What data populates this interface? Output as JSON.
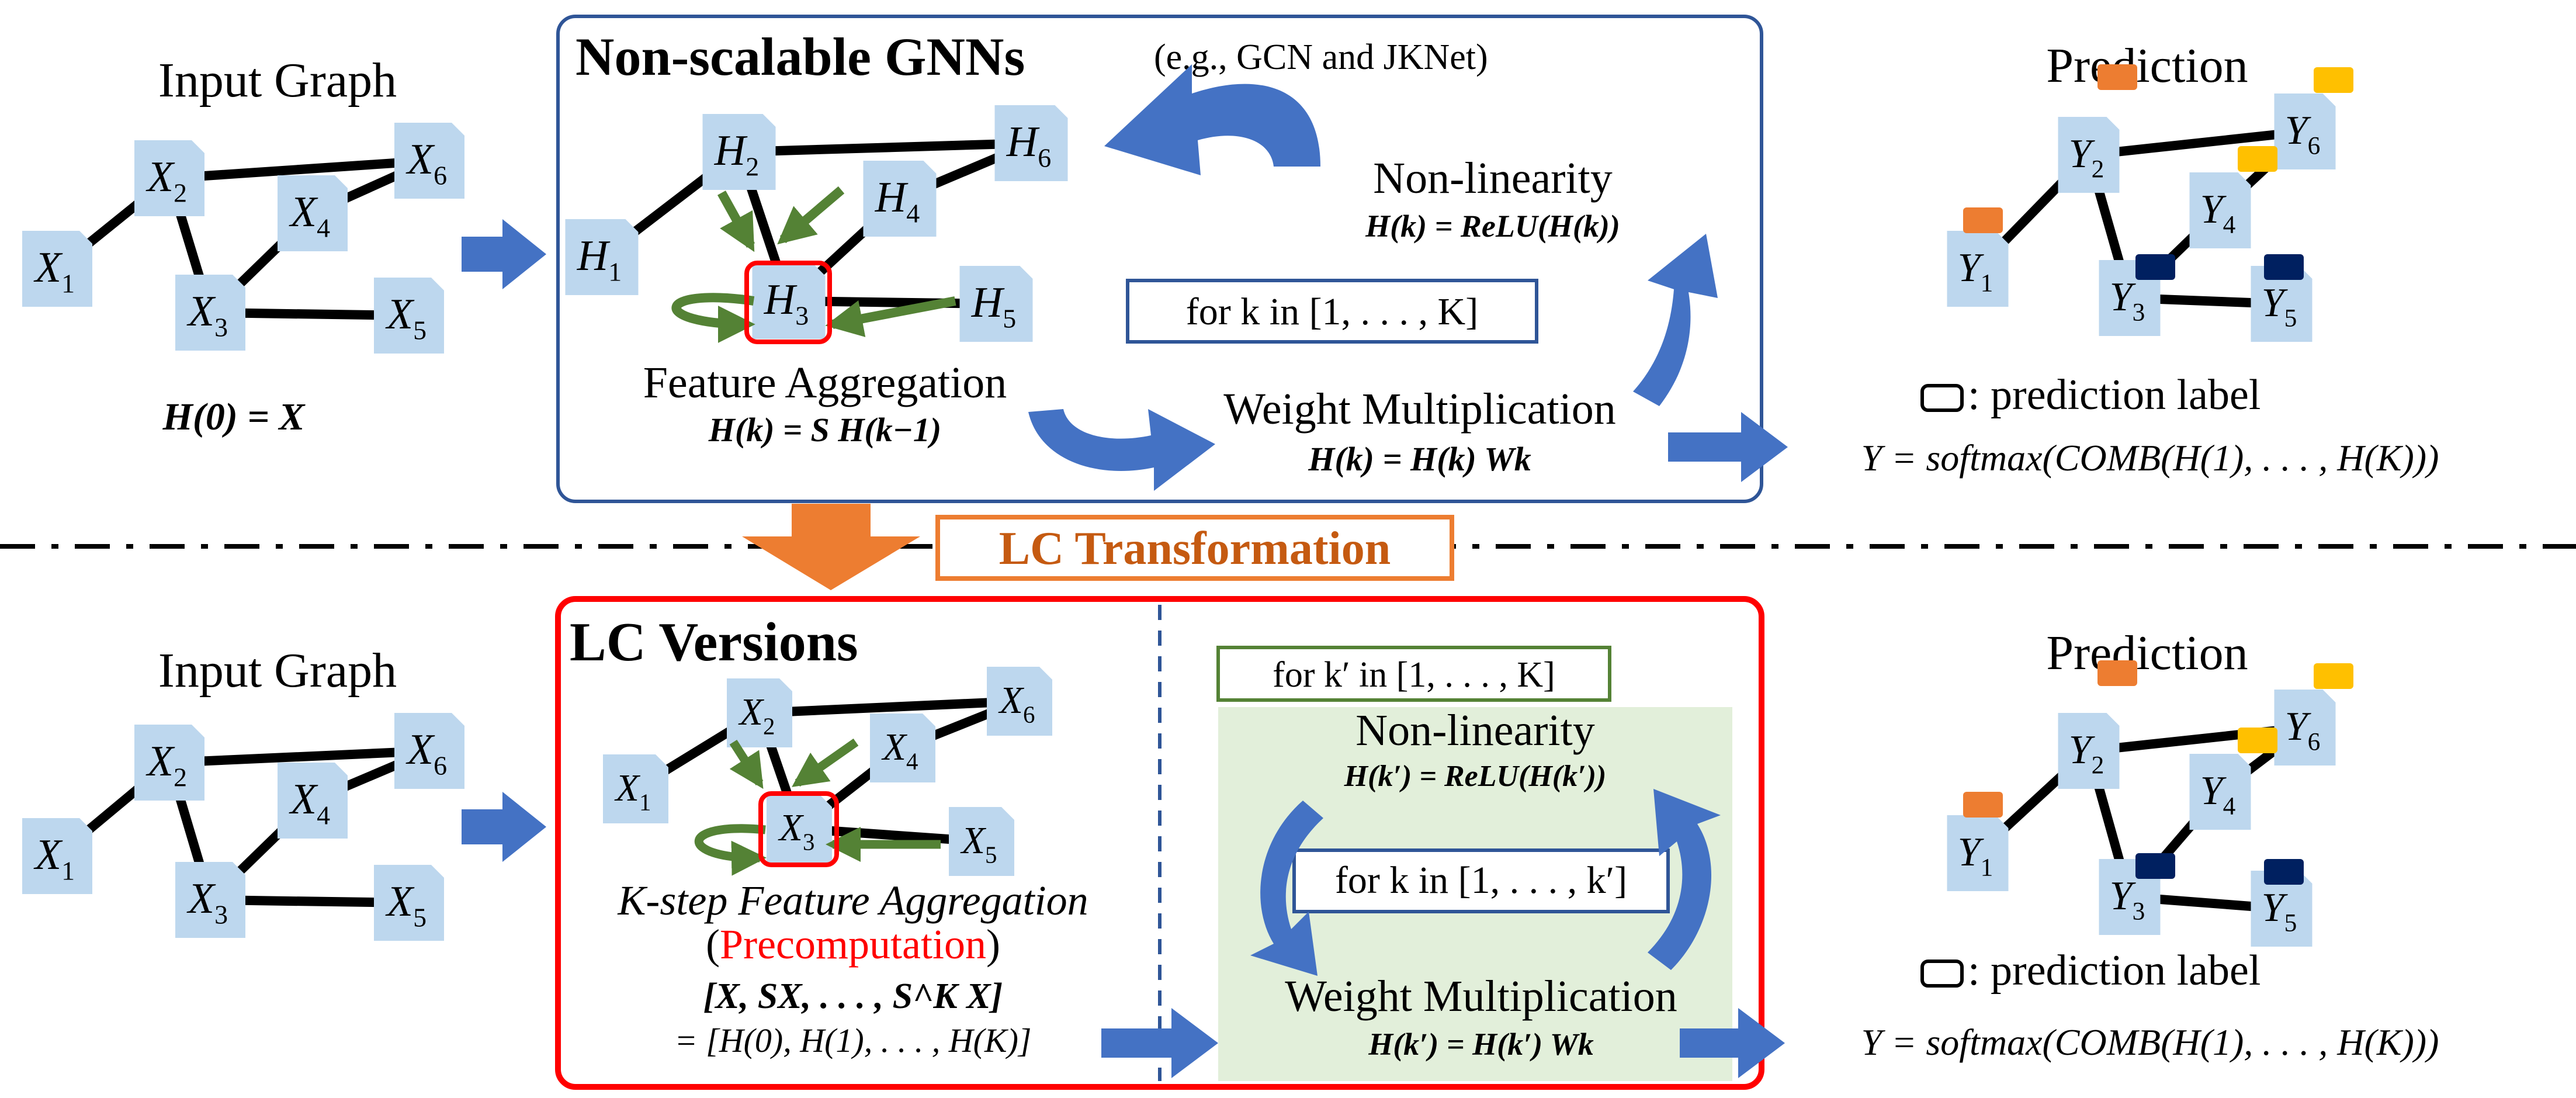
{
  "top": {
    "input_title": "Input Graph",
    "input_formula": "H(0) = X",
    "panel_title": "Non-scalable GNNs",
    "panel_subtitle": "(e.g., GCN and JKNet)",
    "nonlinearity_label": "Non-linearity",
    "nonlinearity_formula": "H(k) = ReLU(H(k))",
    "loop_label": "for k in [1, . . . , K]",
    "aggregation_label": "Feature Aggregation",
    "aggregation_formula": "H(k) = S H(k−1)",
    "weight_label": "Weight Multiplication",
    "weight_formula": "H(k) = H(k) Wk",
    "prediction_title": "Prediction",
    "legend_label": ": prediction label",
    "output_formula": "Y = softmax(COMB(H(1), . . . , H(K)))"
  },
  "transformation_label": "LC Transformation",
  "bottom": {
    "input_title": "Input Graph",
    "panel_title": "LC Versions",
    "outer_loop_label": "for k′ in [1, . . . , K]",
    "nonlinearity_label": "Non-linearity",
    "nonlinearity_formula": "H(k′) = ReLU(H(k′))",
    "inner_loop_label": "for k in [1, . . . , k′]",
    "weight_label": "Weight Multiplication",
    "weight_formula": "H(k′) = H(k′) Wk",
    "aggregation_label": "K-step Feature Aggregation",
    "precomp_open": "(",
    "precomp_label": "Precomputation",
    "precomp_close": ")",
    "precomp_formula1": "[X, SX, . . . , S^K X]",
    "precomp_formula2": "= [H(0), H(1), . . . , H(K)]",
    "prediction_title": "Prediction",
    "legend_label": ": prediction label",
    "output_formula": "Y = softmax(COMB(H(1), . . . , H(K)))"
  },
  "graphs": {
    "top_input": [
      {
        "base": "X",
        "sub": "1"
      },
      {
        "base": "X",
        "sub": "2"
      },
      {
        "base": "X",
        "sub": "3"
      },
      {
        "base": "X",
        "sub": "4"
      },
      {
        "base": "X",
        "sub": "5"
      },
      {
        "base": "X",
        "sub": "6"
      }
    ],
    "top_gnn": [
      {
        "base": "H",
        "sub": "1"
      },
      {
        "base": "H",
        "sub": "2"
      },
      {
        "base": "H",
        "sub": "3"
      },
      {
        "base": "H",
        "sub": "4"
      },
      {
        "base": "H",
        "sub": "5"
      },
      {
        "base": "H",
        "sub": "6"
      }
    ],
    "top_pred": [
      {
        "base": "Y",
        "sub": "1"
      },
      {
        "base": "Y",
        "sub": "2"
      },
      {
        "base": "Y",
        "sub": "3"
      },
      {
        "base": "Y",
        "sub": "4"
      },
      {
        "base": "Y",
        "sub": "5"
      },
      {
        "base": "Y",
        "sub": "6"
      }
    ],
    "bot_input": [
      {
        "base": "X",
        "sub": "1"
      },
      {
        "base": "X",
        "sub": "2"
      },
      {
        "base": "X",
        "sub": "3"
      },
      {
        "base": "X",
        "sub": "4"
      },
      {
        "base": "X",
        "sub": "5"
      },
      {
        "base": "X",
        "sub": "6"
      }
    ],
    "bot_lc": [
      {
        "base": "X",
        "sub": "1"
      },
      {
        "base": "X",
        "sub": "2"
      },
      {
        "base": "X",
        "sub": "3"
      },
      {
        "base": "X",
        "sub": "4"
      },
      {
        "base": "X",
        "sub": "5"
      },
      {
        "base": "X",
        "sub": "6"
      }
    ],
    "bot_pred": [
      {
        "base": "Y",
        "sub": "1"
      },
      {
        "base": "Y",
        "sub": "2"
      },
      {
        "base": "Y",
        "sub": "3"
      },
      {
        "base": "Y",
        "sub": "4"
      },
      {
        "base": "Y",
        "sub": "5"
      },
      {
        "base": "Y",
        "sub": "6"
      }
    ]
  },
  "colors": {
    "node_fill": "#bdd7ee",
    "edge": "#000000",
    "panel_border": "#2f5597",
    "arrow_blue": "#4472c4",
    "arrow_green": "#548235",
    "arrow_orange": "#ed7d31",
    "lc_text": "#c55a11",
    "highlight_red": "#ff0000",
    "label_orange": "#ed7d31",
    "label_yellow": "#ffc000",
    "label_navy": "#002060",
    "green_bg": "#e2efda"
  }
}
